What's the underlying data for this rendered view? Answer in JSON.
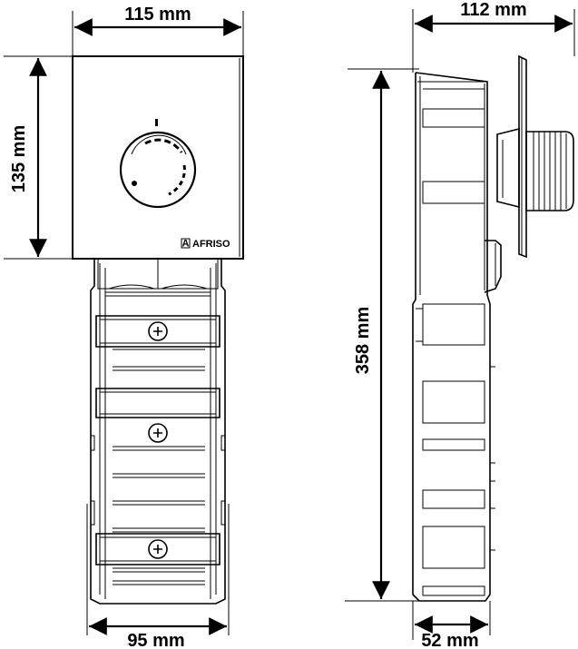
{
  "dimensions": {
    "front_width": "115 mm",
    "front_height": "135 mm",
    "base_width": "95 mm",
    "side_depth": "112 mm",
    "total_height": "358 mm",
    "base_depth": "52 mm"
  },
  "brand": {
    "name": "AFRISO",
    "logo_letter": "A"
  },
  "colors": {
    "line": "#000000",
    "background": "#ffffff",
    "panel": "#ffffff"
  }
}
